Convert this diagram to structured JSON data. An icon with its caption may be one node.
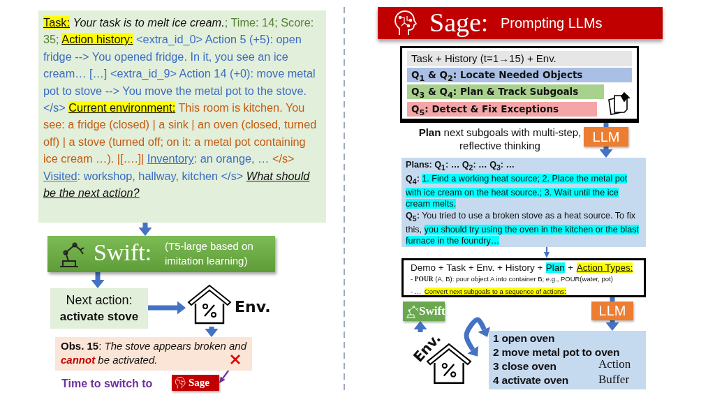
{
  "diagram": {
    "nodes": [
      {
        "text": [
          "Task:",
          "Your task is to melt ice cream.",
          "; Time: 14; Score: 35;",
          "Action history:",
          "<extra_id_0> Action 5 (+5): open fridge --> You opened fridge. In it, you see an ice cream… […] <extra_id_9> Action 14 (+0): move metal pot to stove --> You move the metal pot to the stove. </s>",
          "Current environment:",
          "This room is kitchen. You see: a fridge (closed) | a sink | an oven (closed, turned off) | a stove (turned off; on it: a metal pot containing ice cream …). |[….]|",
          "Inventory",
          ": an orange, …",
          "</s>",
          "Visited",
          ": workshop, hallway, kitchen </s>",
          "What should be the next action?"
        ]
      },
      {
        "text": [
          "Swift:",
          "(T5-large based on imitation learning)"
        ]
      },
      {
        "text": [
          "Next action:",
          "activate stove"
        ]
      },
      {
        "text": [
          "Env."
        ]
      },
      {
        "text": [
          "**Obs. 15**: *The stove appears broken and* **cannot** *be activated.*"
        ]
      },
      {
        "text": [],
        "shape": "cross",
        "in": 4
      },
      {
        "text": [
          "Sage"
        ]
      },
      {
        "text": [
          "Sage:",
          "Prompting LLMs"
        ]
      },
      {
        "text": [],
        "shape": "box"
      },
      {
        "text": [
          "Task + History (t=1→15) + Env."
        ],
        "in": 8
      },
      {
        "text": [
          "Q$_{1}$ & Q$_{2}$: Locate Needed Objects"
        ],
        "in": 8
      },
      {
        "text": [
          "Q$_{3}$ & Q$_{4}$: Plan & Track Subgoals"
        ],
        "in": 8
      },
      {
        "text": [
          "Q$_{5}$: Detect & Fix Exceptions"
        ],
        "in": 8
      },
      {
        "text": [
          "LLM"
        ]
      },
      {
        "text": [
          "Plans: Q$_{1}$: … Q$_{2}$: … Q$_{3}$: …",
          "Q$_{4}$:",
          "1. Find a working heat source; 2. Place the metal pot with ice cream on the heat source.; 3. Wait until the ice cream melts.",
          "Q$_{5}$:",
          "You tried to use a broken stove as a heat source. To fix this,",
          "you should try using the oven in the kitchen or the blast furnace in the foundry…"
        ]
      },
      {
        "text": [
          "Demo + Task + Env. + History +",
          "Plan",
          "+",
          "Action Types:",
          "- **POUR** (A, B): pour object A into container B; e.g., POUR(water, pot)",
          "- …",
          "Convert next subgoals to a sequence of actions:"
        ]
      },
      {
        "text": [
          "LLM"
        ]
      },
      {
        "text": [
          "1 open oven",
          "2 move metal pot to oven",
          "3 close oven",
          "4 activate oven",
          "Action Buffer"
        ]
      },
      {
        "text": [
          "Swift"
        ]
      },
      {
        "text": [
          "Env."
        ]
      }
    ],
    "edges": [
      {
        "from": 0,
        "to": 1,
        "arrow": "to"
      },
      {
        "from": 1,
        "to": 2,
        "arrow": "to"
      },
      {
        "from": 2,
        "to": 3,
        "arrow": "to"
      },
      {
        "from": 3,
        "to": 4,
        "arrow": "to"
      },
      {
        "from": 5,
        "to": 6,
        "arrow": "to",
        "color": "#7030a0"
      },
      {
        "from": 8,
        "to": 13,
        "arrow": "none"
      },
      {
        "from": 13,
        "to": 14,
        "arrow": "to"
      },
      {
        "from": 14,
        "to": 15,
        "arrow": "to"
      },
      {
        "from": 15,
        "to": 16,
        "arrow": "none"
      },
      {
        "from": 16,
        "to": 17,
        "arrow": "to"
      },
      {
        "from": 17,
        "to": 19,
        "arrow": "both"
      },
      {
        "from": 19,
        "to": 18,
        "arrow": "to"
      }
    ],
    "labels": [
      "Time to switch to",
      "**Plan** next subgoals with multi-step, reflective thinking"
    ]
  }
}
